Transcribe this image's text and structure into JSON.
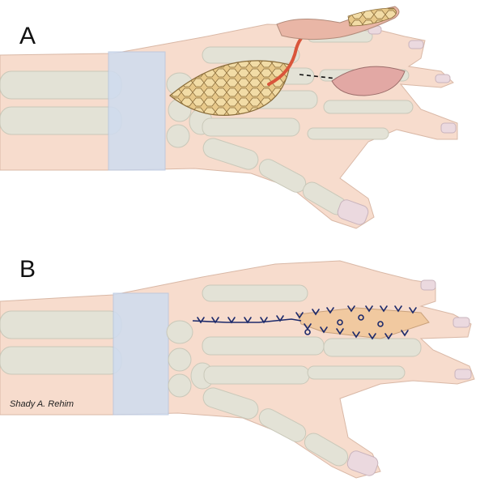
{
  "panels": {
    "a": {
      "label": "A"
    },
    "b": {
      "label": "B"
    }
  },
  "signature": "Shady A. Rehim",
  "colors": {
    "skin": "#f7dccd",
    "skin_outline": "#d9b8a6",
    "bone": "#e3e2d6",
    "bone_outline": "#c9c8b9",
    "ligament": "#cfdcf0",
    "fat_graft": "#e8c98a",
    "fat_outline": "#8a6d3b",
    "vessel": "#d9553b",
    "flap": "#e9b6a6",
    "suture": "#1d2a6b",
    "repair_area": "#f1c9a0"
  },
  "icons": [
    "fat-graft-icon",
    "vascular-pedicle-icon",
    "suture-icon"
  ]
}
